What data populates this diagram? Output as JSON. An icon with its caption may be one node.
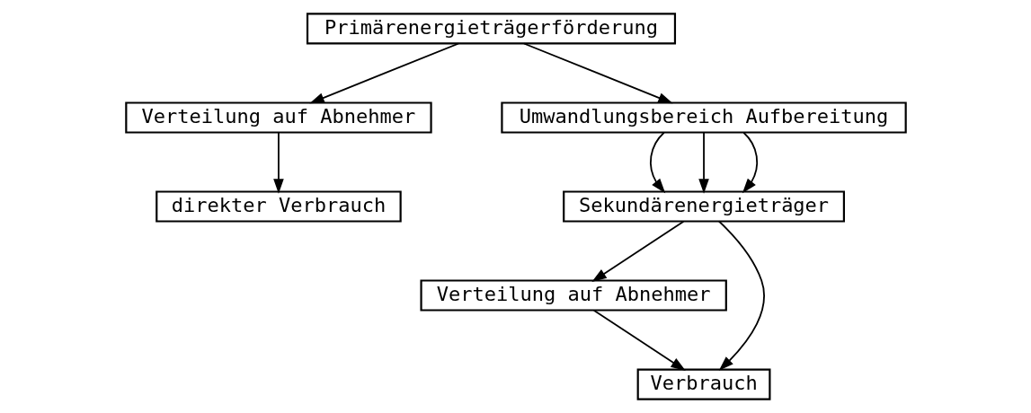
{
  "diagram": {
    "nodes": [
      {
        "text": [
          "Primärenergieträgerförderung"
        ]
      },
      {
        "text": [
          "Verteilung auf Abnehmer"
        ]
      },
      {
        "text": [
          "direkter Verbrauch"
        ]
      },
      {
        "text": [
          "Umwandlungsbereich Aufbereitung"
        ]
      },
      {
        "text": [
          "Sekundärenergieträger"
        ]
      },
      {
        "text": [
          "Verteilung auf Abnehmer"
        ]
      },
      {
        "text": [
          "Verbrauch"
        ]
      }
    ],
    "edges": [
      {
        "from": 0,
        "to": 3,
        "arrow": "to"
      },
      {
        "from": 0,
        "to": 1,
        "arrow": "to"
      },
      {
        "from": 1,
        "to": 2,
        "arrow": "to"
      },
      {
        "from": 3,
        "to": 4,
        "arrow": "to"
      },
      {
        "from": 3,
        "to": 4,
        "arrow": "to"
      },
      {
        "from": 3,
        "to": 4,
        "arrow": "to"
      },
      {
        "from": 4,
        "to": 5,
        "arrow": "to"
      },
      {
        "from": 4,
        "to": 6,
        "arrow": "to"
      },
      {
        "from": 5,
        "to": 6,
        "arrow": "to"
      }
    ]
  }
}
